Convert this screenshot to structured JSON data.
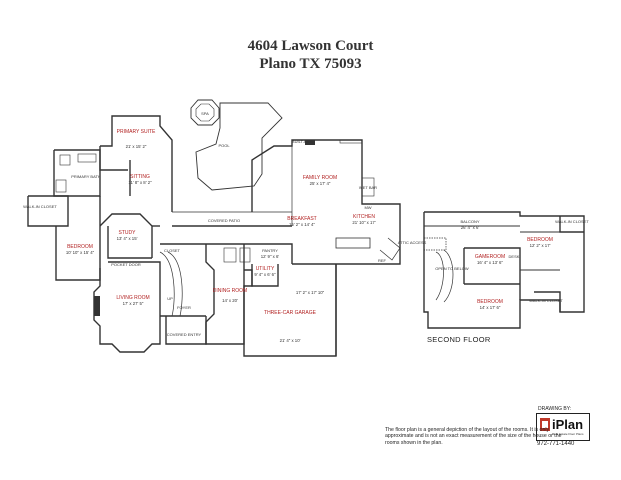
{
  "header": {
    "address": "4604 Lawson Court",
    "city": "Plano TX 75093"
  },
  "first_floor": {
    "rooms": {
      "spa": "SPA",
      "pool": "POOL",
      "primary_suite": "PRIMARY SUITE",
      "primary_suite_dim": "21' x 15' 2\"",
      "sitting": "SITTING",
      "sitting_dim": "11' 8\" x 8' 2\"",
      "primary_bath": "PRIMARY BATH",
      "walkin_closet": "WALK-IN CLOSET",
      "bedroom": "BEDROOM",
      "bedroom_dim": "10' 10\" x 15' 4\"",
      "study": "STUDY",
      "study_dim": "13' 4\" x 15'",
      "pocket_door": "POCKET DOOR",
      "living_room": "LIVING ROOM",
      "living_room_dim": "17' x 27' 5\"",
      "foyer": "FOYER",
      "covered_entry": "COVERED ENTRY",
      "closet": "CLOSET",
      "dining_room": "DINING ROOM",
      "dining_room_dim": "14' x 20'",
      "covered_patio": "COVERED PATIO",
      "family_room": "FAMILY ROOM",
      "family_room_dim": "25' x 17' 4\"",
      "breakfast": "BREAKFAST",
      "breakfast_dim": "15' 2\" x 14' 4\"",
      "kitchen": "KITCHEN",
      "kitchen_dim": "21' 10\" x 17'",
      "pantry": "PANTRY",
      "pantry_dim": "12' 9\" x 6'",
      "utility": "UTILITY",
      "utility_dim": "9' 4\" x 6' 6\"",
      "garage": "THREE-CAR GARAGE",
      "garage_dim_top": "17' 2\" x 17' 10\"",
      "garage_dim": "21' 4\" x 10'",
      "wet_bar": "WET BAR",
      "built_in": "BUILT-IN",
      "mw": "MW",
      "ref": "REF",
      "attic_access": "ATTIC ACCESS",
      "up": "UP"
    }
  },
  "second_floor": {
    "label": "SECOND FLOOR",
    "rooms": {
      "balcony": "BALCONY",
      "balcony_dim": "26' 4\" x 6'",
      "walkin_closet_1": "WALK-IN CLOSET",
      "bedroom_1": "BEDROOM",
      "bedroom_1_dim": "12' 2\" x 17'",
      "gameroom": "GAMEROOM",
      "gameroom_dim": "16' 4\" x 13' 6\"",
      "open_to_below": "OPEN TO BELOW",
      "bedroom_2": "BEDROOM",
      "bedroom_2_dim": "14' x 17' 6\"",
      "walkin_closet_2": "WALK-IN CLOSET",
      "desk": "DESK"
    }
  },
  "footer": {
    "disclaimer": "The floor plan is a general depiction of the layout of the rooms. It is only approximate and is not an exact measurement of the size of the house or the rooms shown in the plan.",
    "drawn_by": "DRAWING BY:",
    "logo_brand": "iPlan",
    "logo_tag": "Real Estate Floor Plans",
    "phone": "972-771-1440"
  },
  "colors": {
    "wall": "#333333",
    "room_label": "#b22222",
    "logo_accent": "#c0392b"
  }
}
